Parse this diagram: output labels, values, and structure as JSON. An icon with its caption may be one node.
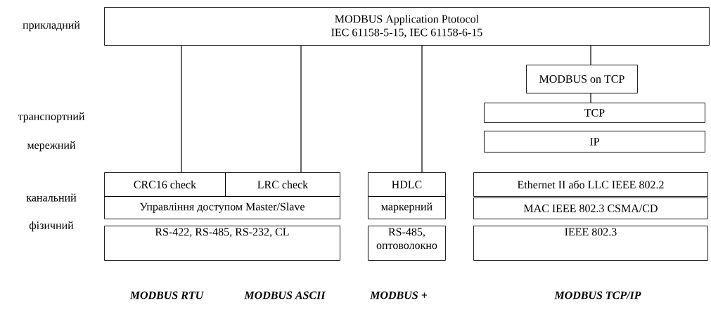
{
  "diagram": {
    "nodes": [
      {
        "text": [
          "MODBUS Application Ptotocol",
          "IEC 61158-5-15, IEC 61158-6-15"
        ]
      },
      {
        "text": [
          "MODBUS on TCP"
        ]
      },
      {
        "text": [
          "TCP"
        ]
      },
      {
        "text": [
          "IP"
        ]
      },
      {
        "text": [
          "CRC16 check"
        ]
      },
      {
        "text": [
          "LRC check"
        ]
      },
      {
        "text": [
          "Управління доступом Master/Slave"
        ]
      },
      {
        "text": [
          "RS-422, RS-485, RS-232, CL"
        ]
      },
      {
        "text": [
          "HDLC"
        ]
      },
      {
        "text": [
          "маркерний"
        ]
      },
      {
        "text": [
          "RS-485, оптоволокно"
        ]
      },
      {
        "text": [
          "Ethernet II або LLC IEEE 802.2"
        ]
      },
      {
        "text": [
          "MAC IEEE 802.3 CSMA/CD"
        ]
      },
      {
        "text": [
          "IEEE 802.3"
        ]
      }
    ],
    "edges": [
      {
        "from": 0,
        "to": 4,
        "arrow": "none"
      },
      {
        "from": 0,
        "to": 5,
        "arrow": "none"
      },
      {
        "from": 0,
        "to": 8,
        "arrow": "none"
      },
      {
        "from": 0,
        "to": 1,
        "arrow": "none"
      },
      {
        "from": 1,
        "to": 2,
        "arrow": "none"
      }
    ],
    "labels": [
      "прикладний",
      "транспортний",
      "мережний",
      "канальний",
      "фізичний",
      "MODBUS RTU",
      "MODBUS ASCII",
      "MODBUS +",
      "MODBUS TCP/IP"
    ]
  }
}
